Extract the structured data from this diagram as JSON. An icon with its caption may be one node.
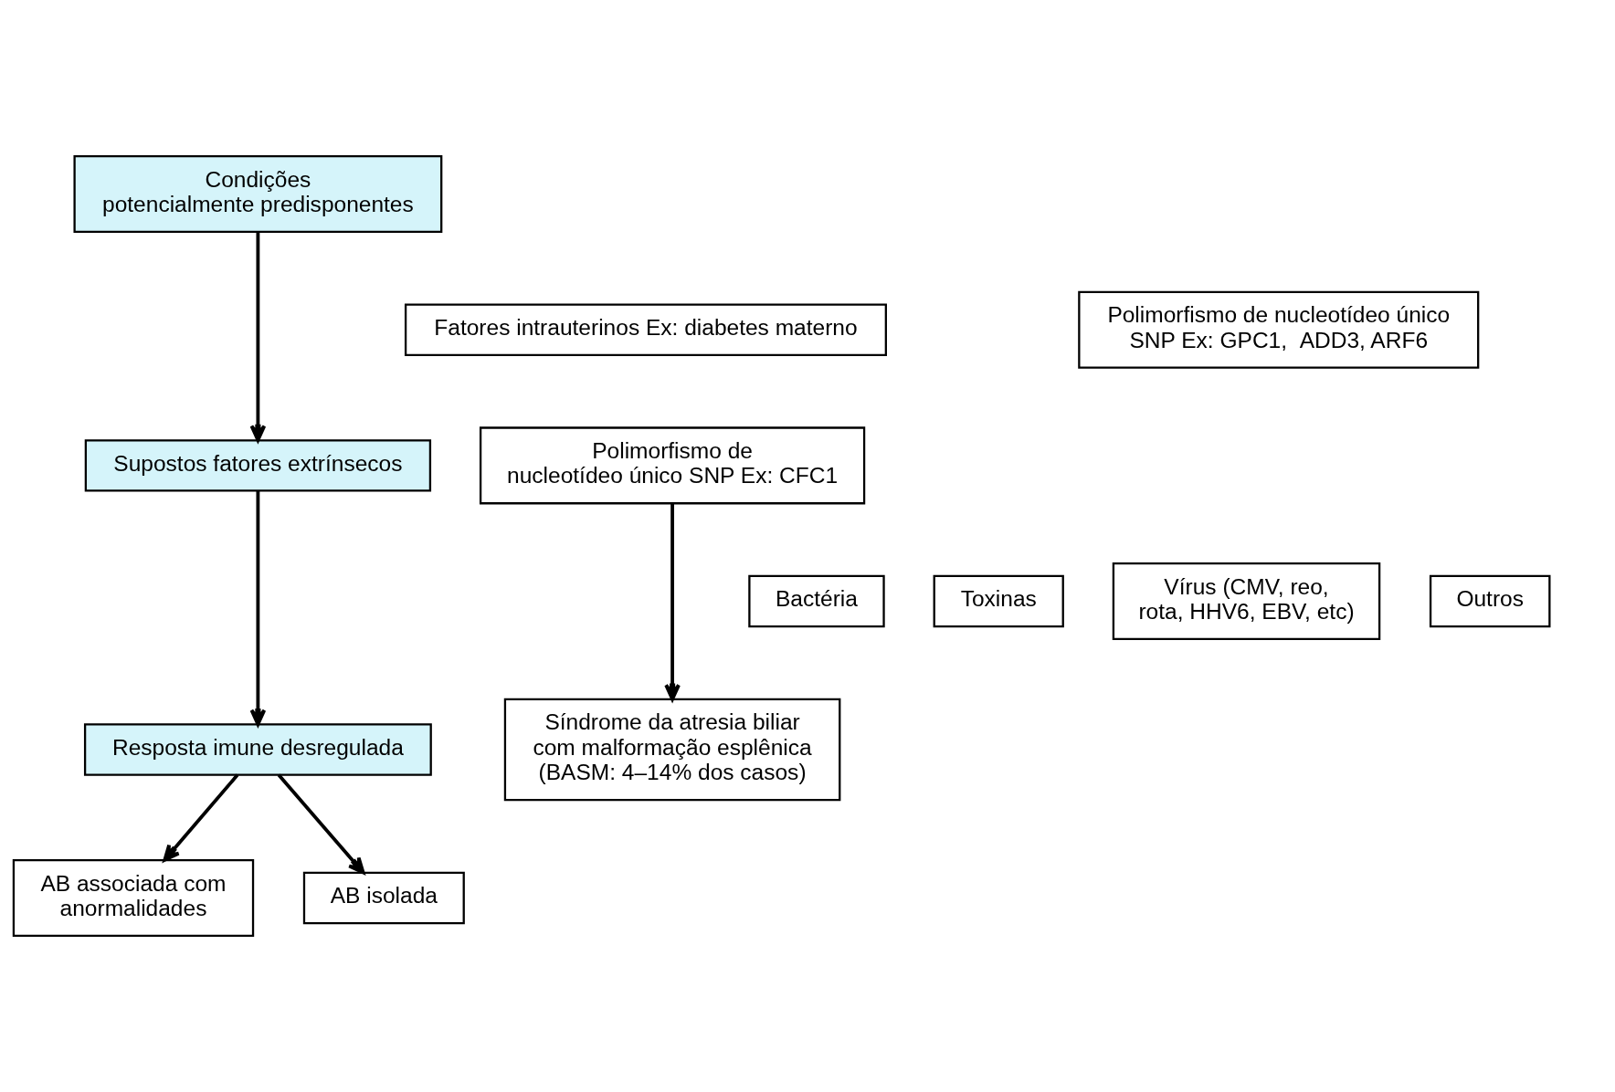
{
  "diagram": {
    "nodes": [
      {
        "text": [
          "Condições potencialmente predisponentes"
        ]
      },
      {
        "text": [
          "Fatores intrauterinos Ex: diabetes materno"
        ]
      },
      {
        "text": [
          "Polimorfismo de nucleotídeo único SNP Ex: CFC1"
        ]
      },
      {
        "text": [
          "Polimorfismo de nucleotídeo único SNP Ex: GPC1,  ADD3, ARF6"
        ]
      },
      {
        "text": [
          "Supostos fatores extrínsecos"
        ]
      },
      {
        "text": [
          "Bactéria"
        ]
      },
      {
        "text": [
          "Toxinas"
        ]
      },
      {
        "text": [
          "Vírus (CMV, reo, rota, HHV6, EBV, etc)"
        ]
      },
      {
        "text": [
          "Outros"
        ]
      },
      {
        "text": [
          "Síndrome da atresia biliar com malformação esplênica (BASM: 4–14% dos casos)"
        ]
      },
      {
        "text": [
          "Resposta imune desregulada"
        ]
      },
      {
        "text": [
          "AB associada com anormalidades"
        ]
      },
      {
        "text": [
          "AB isolada"
        ]
      }
    ],
    "edges": [
      {
        "from": 0,
        "to": 4,
        "arrow": "to"
      },
      {
        "from": 2,
        "to": 9,
        "arrow": "to"
      },
      {
        "from": 4,
        "to": 10,
        "arrow": "to"
      },
      {
        "from": 10,
        "to": 11,
        "arrow": "to"
      },
      {
        "from": 10,
        "to": 12,
        "arrow": "to"
      }
    ]
  }
}
